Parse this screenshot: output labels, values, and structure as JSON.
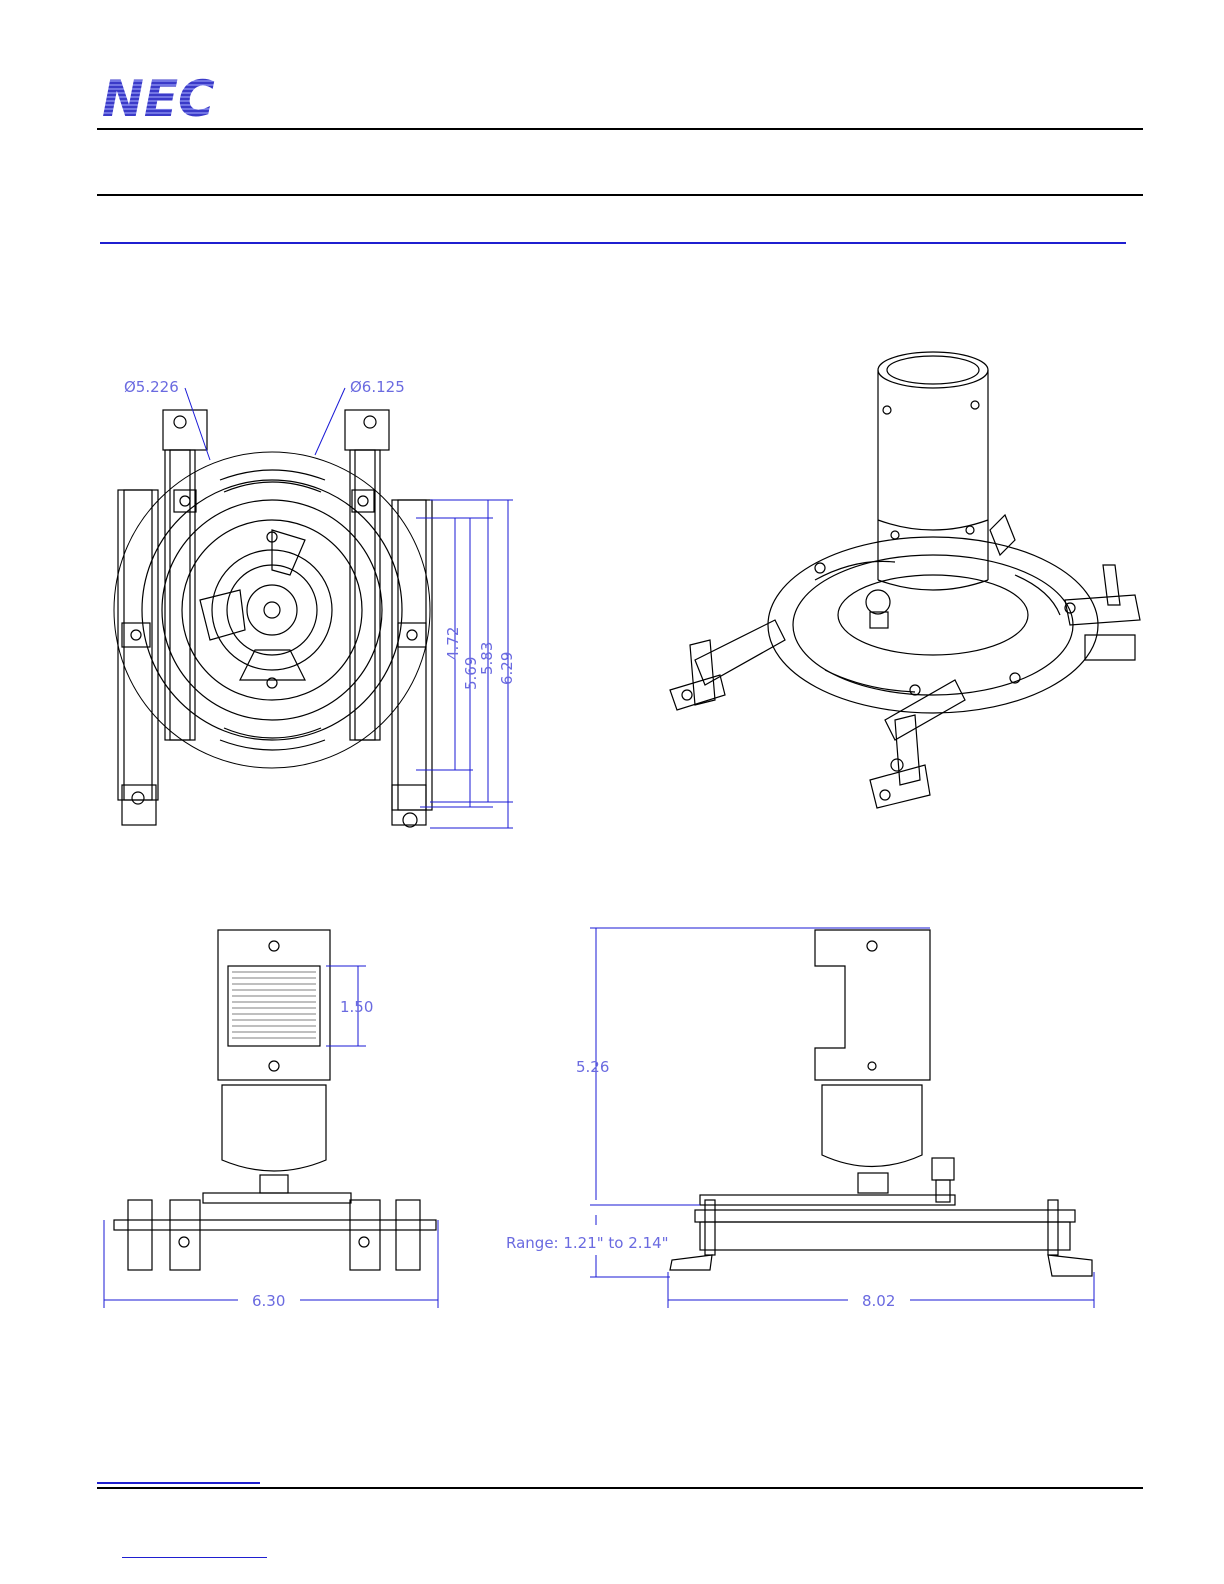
{
  "header": {
    "logo_text": "NEC",
    "logo_color": "#2b2bb8"
  },
  "colors": {
    "dimension": "#1a1ad6",
    "dimension_text": "#6a6ae0",
    "linework": "#000000"
  },
  "top_view": {
    "dia_inner": "Ø5.226",
    "dia_outer": "Ø6.125",
    "dims": [
      "4.72",
      "5.69",
      "5.83",
      "6.29"
    ]
  },
  "front_view": {
    "dim_slot": "1.50",
    "dim_width": "6.30"
  },
  "side_view": {
    "dim_height": "5.26",
    "range": "Range: 1.21\" to 2.14\"",
    "dim_length": "8.02"
  }
}
